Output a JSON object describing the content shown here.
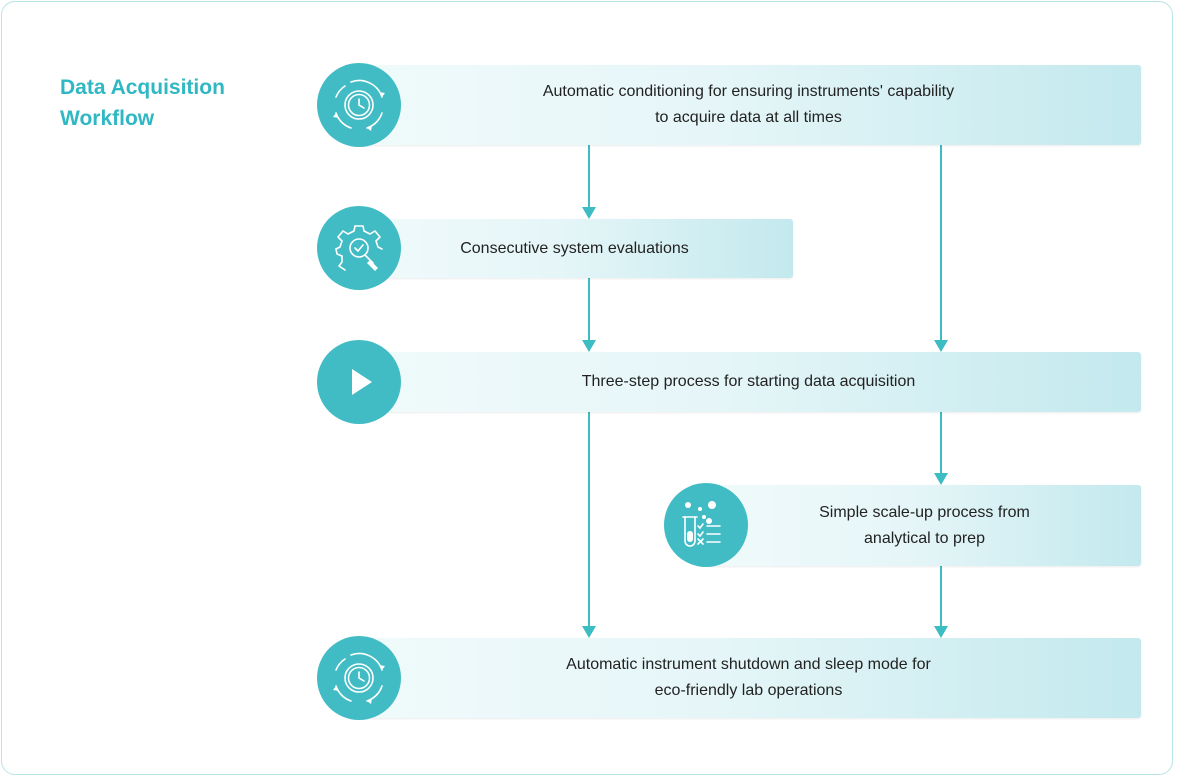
{
  "title": "Data Acquisition\nWorkflow",
  "colors": {
    "accent": "#2fb8c4",
    "circle": "#42bcc4",
    "line": "#3dbcc4",
    "frame": "#b9e3e6"
  },
  "steps": [
    {
      "id": "conditioning",
      "text": "Automatic conditioning for ensuring instruments' capability\nto acquire data at all times",
      "icon": "clock-cycle-icon"
    },
    {
      "id": "evaluations",
      "text": "Consecutive system evaluations",
      "icon": "gear-magnifier-icon"
    },
    {
      "id": "start",
      "text": "Three-step process for starting data acquisition",
      "icon": "play-icon"
    },
    {
      "id": "scaleup",
      "text": "Simple scale-up process from\nanalytical to prep",
      "icon": "test-tube-checklist-icon"
    },
    {
      "id": "shutdown",
      "text": "Automatic instrument shutdown and sleep mode for\neco-friendly lab operations",
      "icon": "clock-cycle-icon"
    }
  ]
}
